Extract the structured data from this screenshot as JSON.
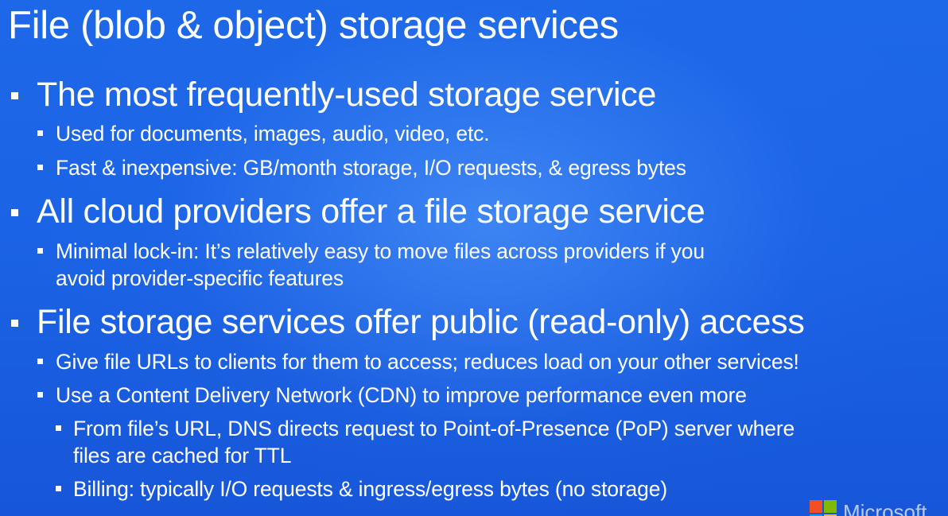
{
  "slide": {
    "title": "File (blob & object) storage services",
    "points": [
      {
        "text": "The most frequently-used storage service"
      },
      {
        "text": "Used for documents, images, audio, video, etc."
      },
      {
        "text": "Fast & inexpensive: GB/month storage, I/O requests, & egress bytes"
      },
      {
        "text": "All cloud providers offer a file storage service"
      },
      {
        "text": "Minimal lock-in: It’s relatively easy to move files across providers if you",
        "continuation": "avoid provider-specific features"
      },
      {
        "text": "File storage services offer public (read-only) access"
      },
      {
        "text": "Give file URLs to clients for them to access; reduces load on your other services!"
      },
      {
        "text": "Use a Content Delivery Network (CDN) to improve performance even more"
      },
      {
        "text": "From file’s URL, DNS directs request to Point-of-Presence (PoP) server where",
        "continuation": "files are cached for TTL"
      },
      {
        "text": "Billing: typically I/O requests & ingress/egress bytes (no storage)"
      }
    ]
  },
  "logo": {
    "text": "Microsoft",
    "colors": [
      "#f25022",
      "#7fba00",
      "#00a4ef",
      "#ffb900"
    ]
  },
  "colors": {
    "background": "#1b63e6",
    "text": "#ffffff"
  }
}
